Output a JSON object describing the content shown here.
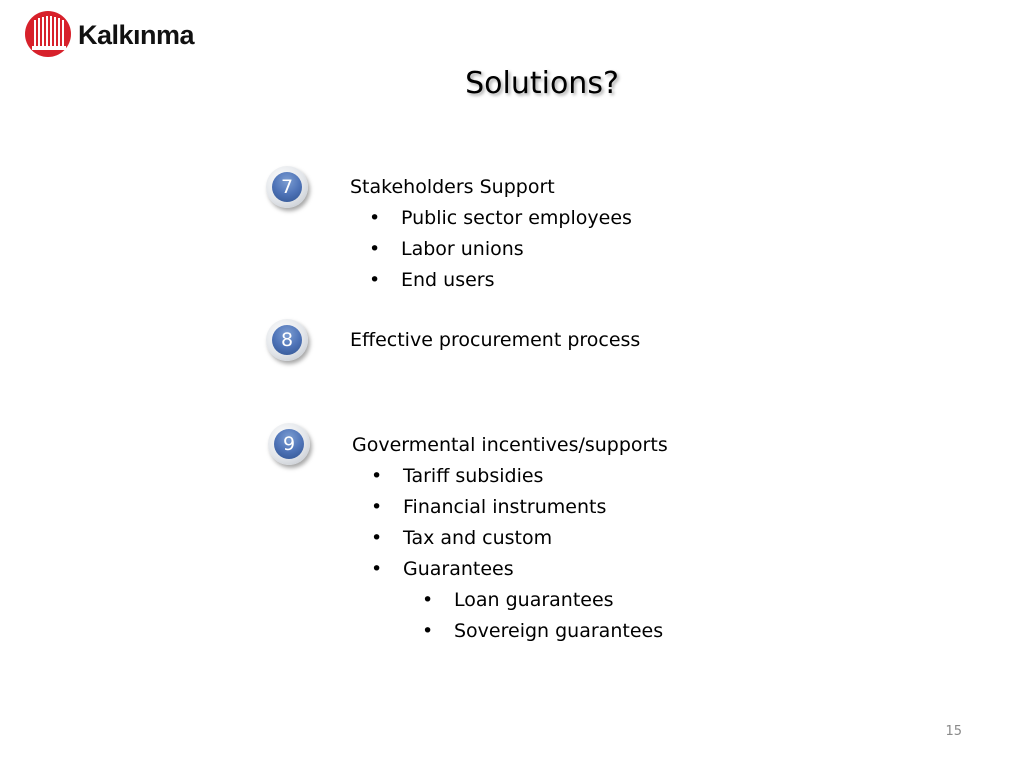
{
  "brand": {
    "name": "Kalkınma",
    "logo_color": "#d7212b"
  },
  "slide": {
    "title": "Solutions?",
    "page_number": "15"
  },
  "items": [
    {
      "number": "7",
      "heading": "Stakeholders Support",
      "bullets": [
        {
          "text": "Public sector employees",
          "sub": []
        },
        {
          "text": "Labor unions",
          "sub": []
        },
        {
          "text": "End users",
          "sub": []
        }
      ]
    },
    {
      "number": "8",
      "heading": "Effective procurement process",
      "bullets": []
    },
    {
      "number": "9",
      "heading": "Govermental incentives/supports",
      "bullets": [
        {
          "text": "Tariff subsidies",
          "sub": []
        },
        {
          "text": "Financial instruments",
          "sub": []
        },
        {
          "text": "Tax and custom",
          "sub": []
        },
        {
          "text": "Guarantees",
          "sub": [
            "Loan guarantees",
            "Sovereign guarantees"
          ]
        }
      ]
    }
  ]
}
